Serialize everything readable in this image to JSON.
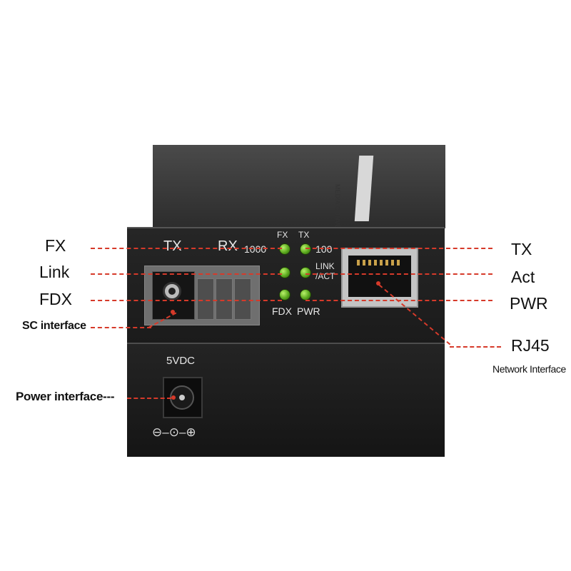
{
  "device": {
    "top_printed_text": "MEDIA CONVERTER",
    "port_labels": {
      "tx": "TX",
      "rx": "RX",
      "speed_1000": "1000",
      "speed_100": "100",
      "fx": "FX",
      "tx_led": "TX",
      "link_act_line1": "LINK",
      "link_act_line2": "/ACT",
      "fdx": "FDX",
      "pwr": "PWR",
      "voltage": "5VDC",
      "polarity": "⊖–⊙–⊕"
    }
  },
  "callouts": {
    "left": {
      "fx": "FX",
      "link": "Link",
      "fdx": "FDX",
      "sc_interface": "SC interface",
      "power_interface": "Power interface---"
    },
    "right": {
      "tx": "TX",
      "act": "Act",
      "pwr": "PWR",
      "rj45": "RJ45",
      "network_interface": "Network Interface"
    }
  },
  "colors": {
    "callout_line": "#d63a2a",
    "led_green": "#5aa81e",
    "device_body": "#1e1e1e"
  }
}
